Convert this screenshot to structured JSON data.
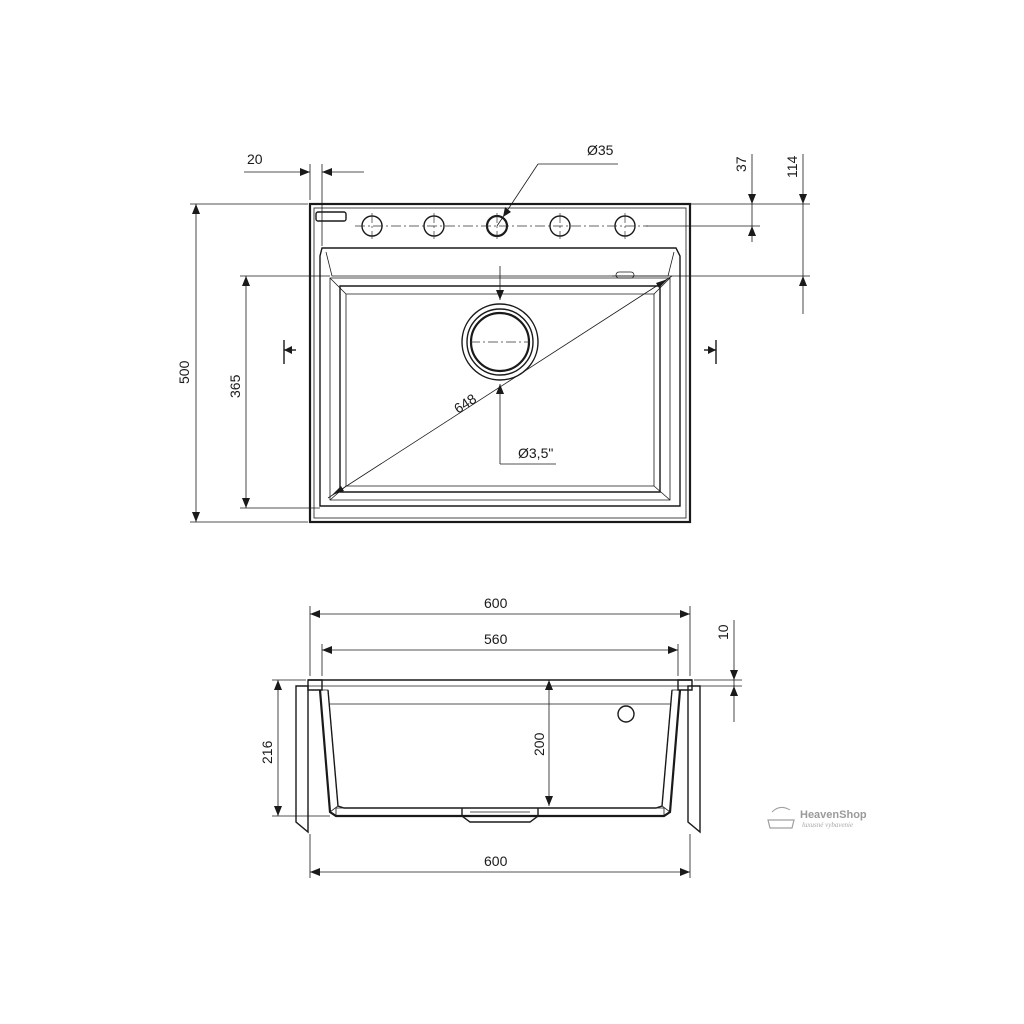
{
  "top_view": {
    "dim_edge_offset": "20",
    "dim_tap_hole": "Ø35",
    "dim_hole_row": "37",
    "dim_top_to_bowl": "114",
    "dim_overall_depth": "500",
    "dim_bowl_depth": "365",
    "dim_diagonal": "648",
    "dim_drain": "Ø3,5\""
  },
  "front_view": {
    "dim_outer_width": "600",
    "dim_inner_width": "560",
    "dim_rim": "10",
    "dim_height": "216",
    "dim_bowl_height": "200",
    "dim_bottom_width": "600"
  },
  "logo": {
    "name": "HeavenShop",
    "tagline": "luxusné vybavenie"
  }
}
